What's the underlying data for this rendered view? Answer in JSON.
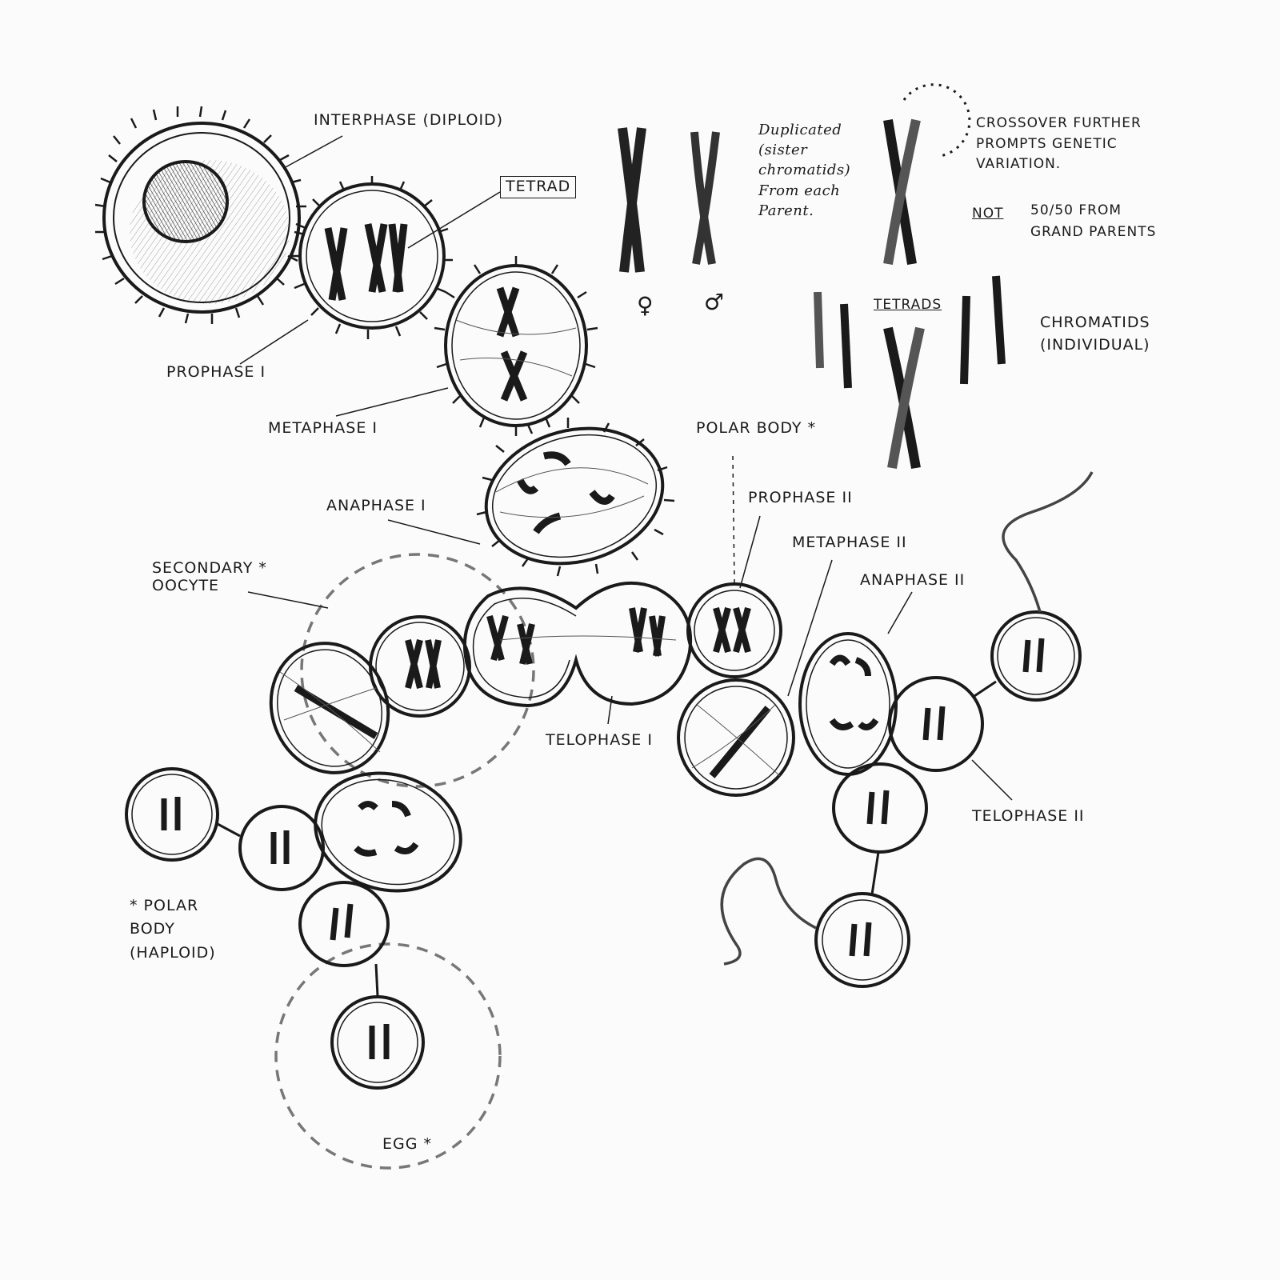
{
  "labels": {
    "interphase": "INTERPHASE (DIPLOID)",
    "tetrad": "TETRAD",
    "prophase1": "PROPHASE I",
    "metaphase1": "METAPHASE I",
    "anaphase1": "ANAPHASE I",
    "secondary_oocyte": "SECONDARY *\nOOCYTE",
    "telophase1": "TELOPHASE I",
    "polar_body_top": "POLAR BODY *",
    "prophase2": "PROPHASE II",
    "metaphase2": "METAPHASE II",
    "anaphase2": "ANAPHASE II",
    "telophase2": "TELOPHASE II",
    "polar_body_haploid": "* POLAR\nBODY\n(HAPLOID)",
    "egg": "EGG *"
  },
  "notes": {
    "duplicated": "Duplicated\n(sister\nchromatids)\nFrom each\nParent.",
    "female_symbol": "♀",
    "male_symbol": "♂",
    "crossover": "CROSSOVER FURTHER\nPROMPTS GENETIC\nVARIATION.",
    "not": "NOT",
    "not_rest": "50/50 FROM\nGRAND PARENTS",
    "tetrads": "TETRADS",
    "chromatids": "CHROMATIDS\n(INDIVIDUAL)"
  }
}
